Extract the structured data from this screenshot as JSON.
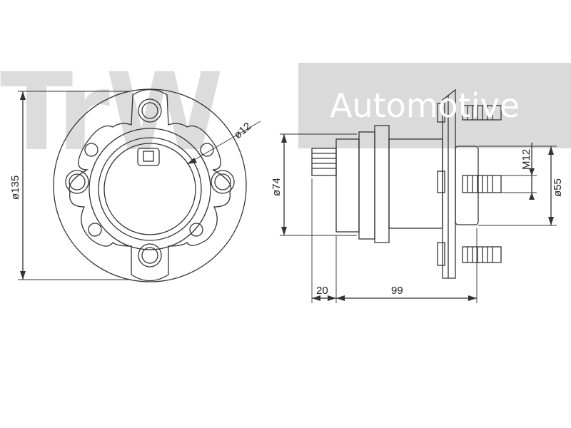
{
  "watermark": {
    "brand_left": "TrW",
    "brand_right": "Automotive"
  },
  "dimensions": {
    "flange_diameter": "ø135",
    "bolt_hole_diameter": "ø12",
    "hub_diameter": "ø74",
    "pilot_diameter": "ø55",
    "thread": "M12",
    "spigot_length": "20",
    "overall_length": "99"
  },
  "colors": {
    "line": "#333333",
    "watermark": "#d3d3d3"
  }
}
